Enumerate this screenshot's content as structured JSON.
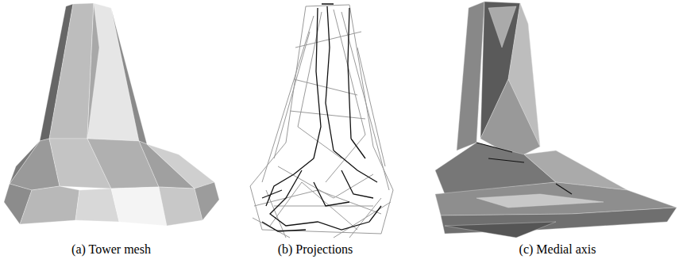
{
  "diagram": {
    "labels": [
      "(a) Tower mesh",
      "(b) Projections",
      "(c) Medial axis"
    ]
  }
}
